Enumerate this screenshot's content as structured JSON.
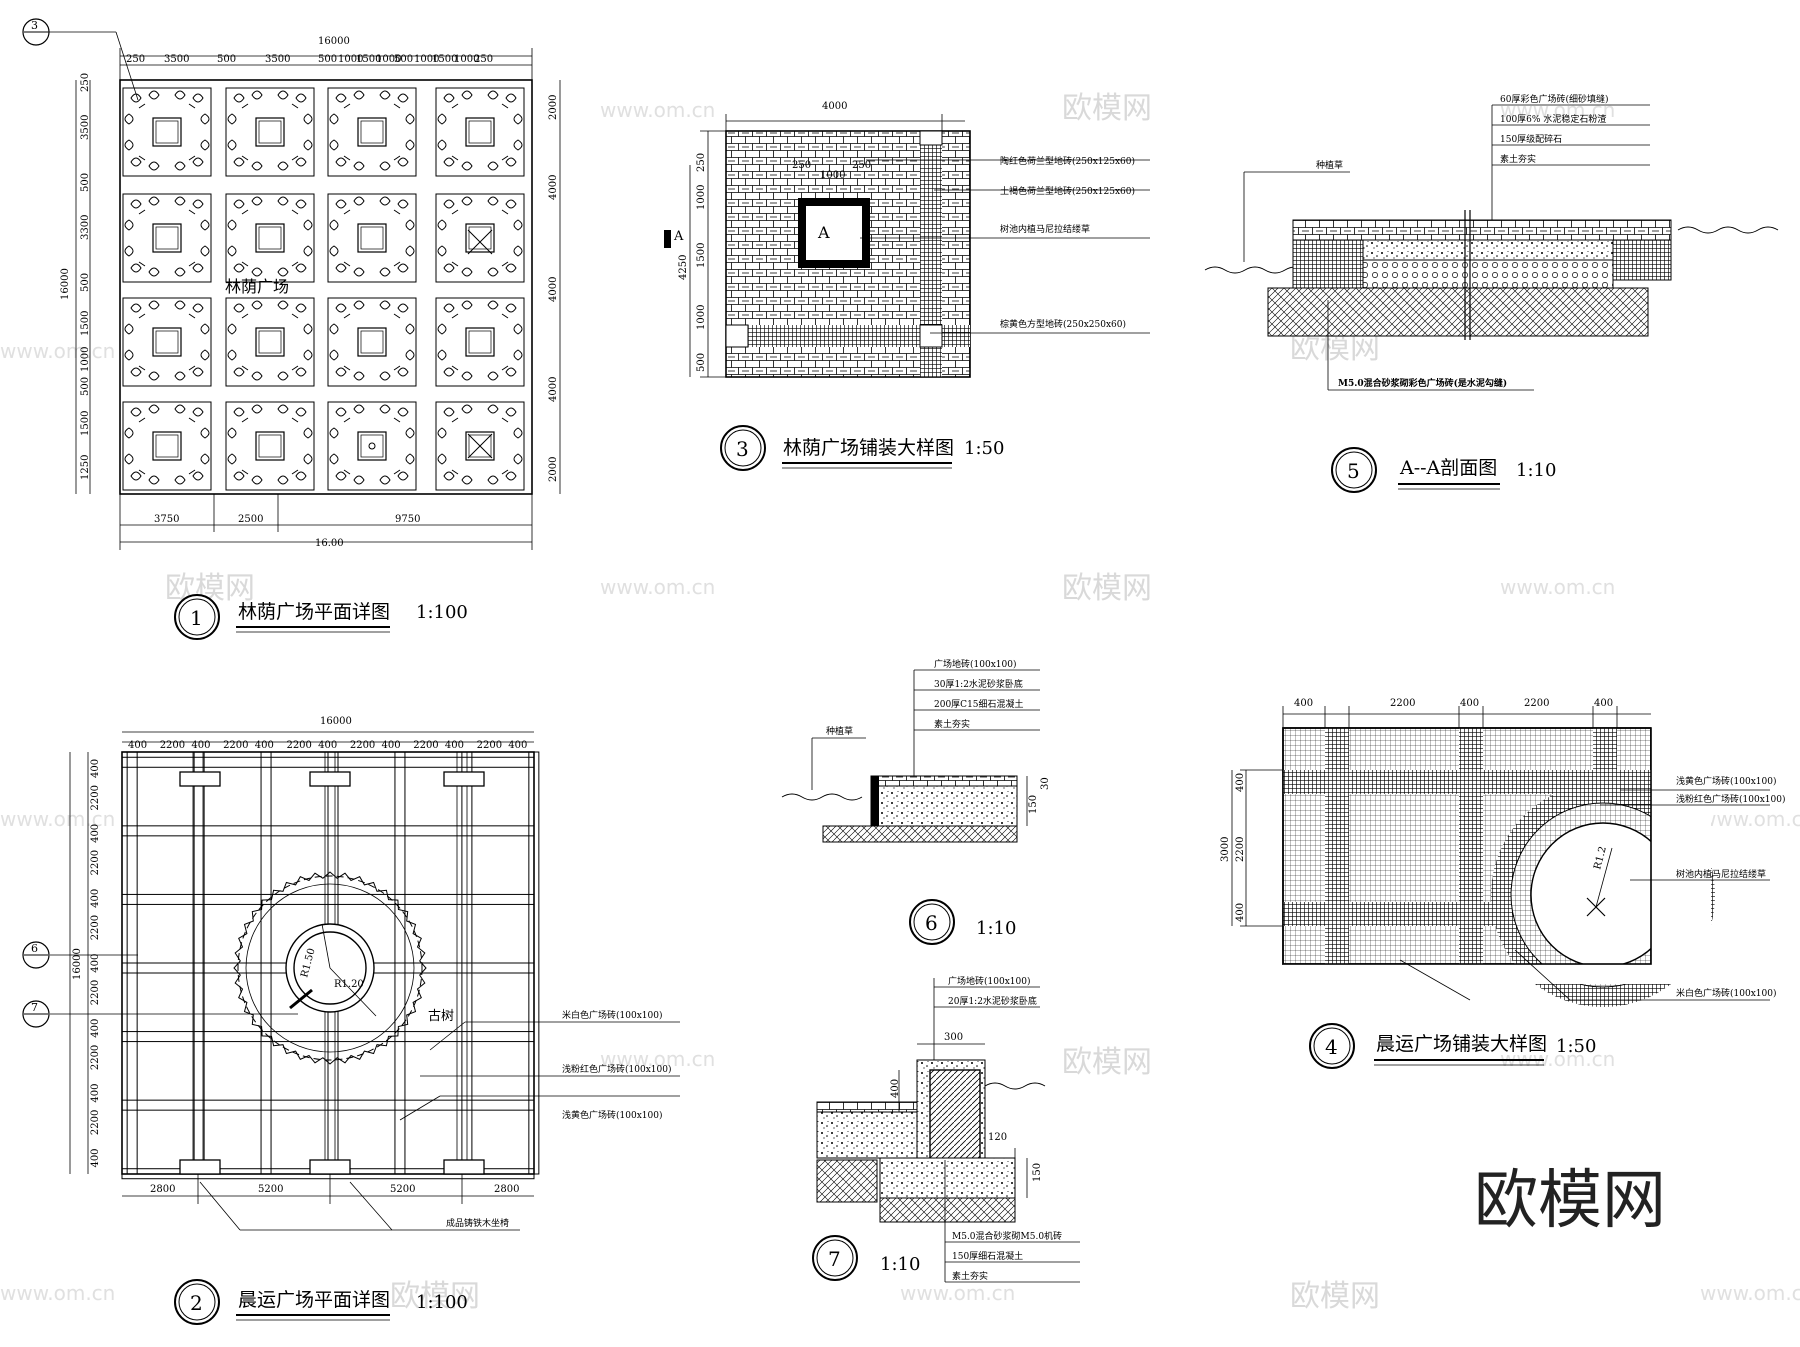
{
  "brand": "欧模网",
  "watermark": {
    "text": "欧模网",
    "url": "www.om.cn"
  },
  "d1": {
    "num": "1",
    "title": "林荫广场平面详图",
    "scale": "1:100",
    "callout": "3",
    "total_top": "16000",
    "top_dims": [
      "250",
      "3500",
      "500",
      "3500",
      "500",
      "1000",
      "1500",
      "1000",
      "500",
      "1000",
      "1500",
      "1000",
      "250"
    ],
    "left_dims": [
      "250",
      "3500",
      "500",
      "3300",
      "500",
      "1500",
      "1000",
      "500",
      "1500",
      "1250"
    ],
    "right_dims": [
      "2000",
      "4000",
      "4000",
      "4000",
      "2000"
    ],
    "total_left": "16000",
    "bottom_dims": [
      "3750",
      "2500",
      "9750"
    ],
    "bottom_total": "16.00",
    "center_label": "林荫广场"
  },
  "d3": {
    "num": "3",
    "title": "林荫广场铺装大样图",
    "scale": "1:50",
    "top_dim": "4000",
    "inner_dims": [
      "250",
      "1000",
      "250"
    ],
    "section_mark": "A",
    "left_dims": [
      "250",
      "1000",
      "1500",
      "1000",
      "500"
    ],
    "left_total": "4250",
    "labels": [
      "陶红色荷兰型地砖(250x125x60)",
      "土褐色荷兰型地砖(250x125x60)",
      "树池内植马尼拉结缕草",
      "棕黄色方型地砖(250x250x60)"
    ]
  },
  "d5": {
    "num": "5",
    "title": "A--A剖面图",
    "scale": "1:10",
    "labels": [
      "60厚彩色广场砖(细砂填缝)",
      "100厚6% 水泥稳定石粉渣",
      "150厚级配碎石",
      "素土夯实"
    ],
    "grass": "种植草",
    "bottom_label": "M5.0混合砂浆砌彩色广场砖(是水泥勾缝)"
  },
  "d2": {
    "num": "2",
    "title": "晨运广场平面详图",
    "scale": "1:100",
    "total_top": "16000",
    "top_dims": [
      "400",
      "2200",
      "400",
      "2200",
      "400",
      "2200",
      "400",
      "2200",
      "400",
      "2200",
      "400",
      "2200",
      "400"
    ],
    "left_dims": [
      "400",
      "2200",
      "400",
      "2200",
      "400",
      "2200",
      "400",
      "2200",
      "400",
      "2200",
      "400",
      "2200",
      "400"
    ],
    "total_left": "16000",
    "bottom_dims": [
      "2800",
      "5200",
      "5200",
      "2800"
    ],
    "callouts": [
      "6",
      "7"
    ],
    "radii": [
      "R1.50",
      "R1.20"
    ],
    "tree": "古树",
    "labels": [
      "米白色广场砖(100x100)",
      "浅粉红色广场砖(100x100)",
      "浅黄色广场砖(100x100)",
      "成品铸铁木坐椅"
    ]
  },
  "d6": {
    "num": "6",
    "scale": "1:10",
    "labels": [
      "广场地砖(100x100)",
      "30厚1:2水泥砂浆卧底",
      "200厚C15细石混凝土",
      "素土夯实"
    ],
    "grass": "种植草",
    "dims": [
      "30",
      "150"
    ]
  },
  "d7": {
    "num": "7",
    "scale": "1:10",
    "top_labels": [
      "广场地砖(100x100)",
      "20厚1:2水泥砂浆卧底"
    ],
    "bottom_labels": [
      "M5.0混合砂浆砌M5.0机砖",
      "150厚细石混凝土",
      "素土夯实"
    ],
    "dims": [
      "300",
      "400",
      "120",
      "150"
    ]
  },
  "d4": {
    "num": "4",
    "title": "晨运广场铺装大样图",
    "scale": "1:50",
    "top_dims": [
      "400",
      "2200",
      "400",
      "2200",
      "400"
    ],
    "left_dims": [
      "400",
      "2200",
      "400"
    ],
    "left_total": "3000",
    "radius": "R1.2",
    "labels": [
      "浅黄色广场砖(100x100)",
      "浅粉红色广场砖(100x100)",
      "树池内植马尼拉结缕草",
      "米白色广场砖(100x100)"
    ]
  }
}
